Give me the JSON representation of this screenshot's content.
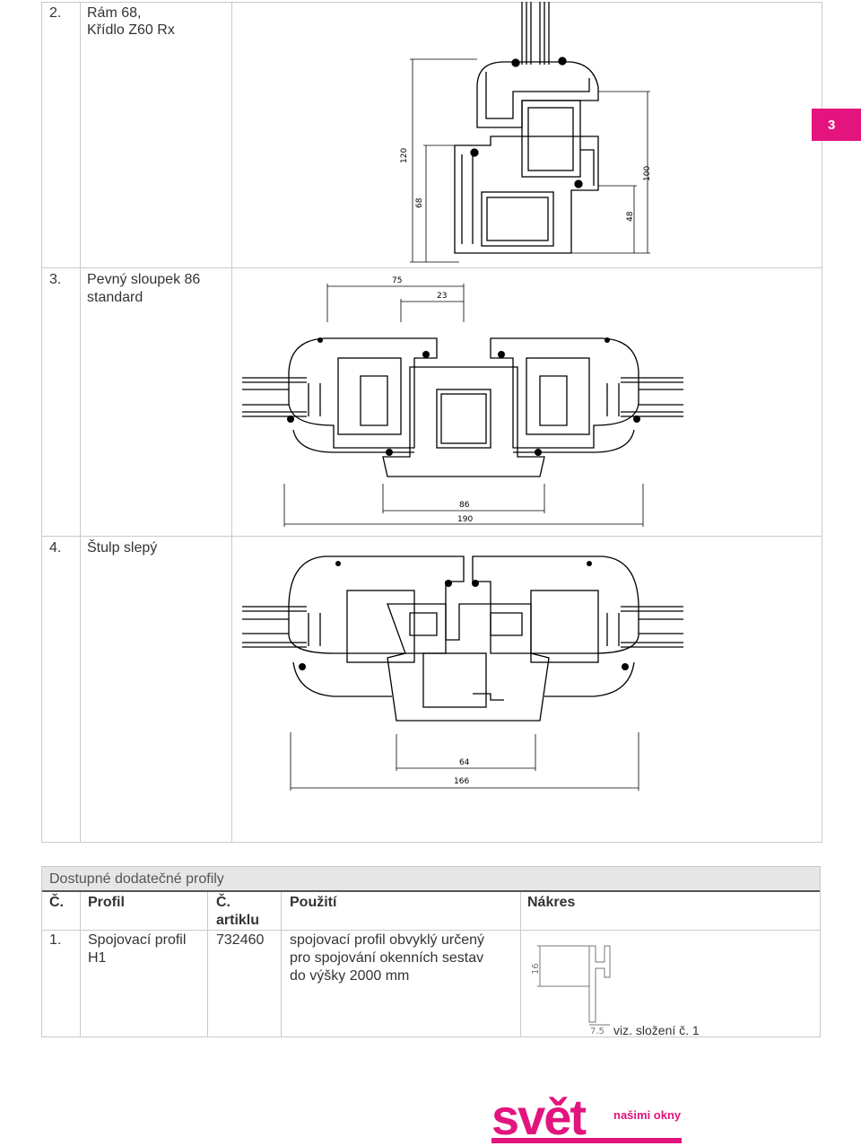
{
  "page_number": "3",
  "sections": [
    {
      "num": "2.",
      "label_line1": "Rám 68,",
      "label_line2": "Křídlo Z60 Rx",
      "dims": {
        "a": "120",
        "b": "68",
        "c": "100",
        "d": "48"
      }
    },
    {
      "num": "3.",
      "label_line1": "Pevný sloupek 86",
      "label_line2": "standard",
      "dims": {
        "top": "75",
        "top_inner": "23",
        "bottom_inner": "86",
        "bottom": "190"
      }
    },
    {
      "num": "4.",
      "label_line1": "Štulp slepý",
      "label_line2": "",
      "dims": {
        "bottom_inner": "64",
        "bottom": "166"
      }
    }
  ],
  "table": {
    "title": "Dostupné dodatečné profily",
    "headers": {
      "no": "Č.",
      "profile": "Profil",
      "article_l1": "Č.",
      "article_l2": "artiklu",
      "usage": "Použití",
      "drawing": "Nákres"
    },
    "row": {
      "no": "1.",
      "profile_l1": "Spojovací profil",
      "profile_l2": "H1",
      "article": "732460",
      "usage_l1": "spojovací profil obvyklý určený",
      "usage_l2": "pro spojování okenních sestav",
      "usage_l3": "do výšky 2000 mm",
      "drawing_dim_height": "16",
      "drawing_dim_width": "7,5",
      "note": "viz. složení č. 1"
    }
  },
  "logo": {
    "word": "svět",
    "tagline": "našimi okny"
  },
  "colors": {
    "accent": "#e3147d",
    "grid": "#c9c9c9",
    "header_bg": "#e6e6e6"
  }
}
